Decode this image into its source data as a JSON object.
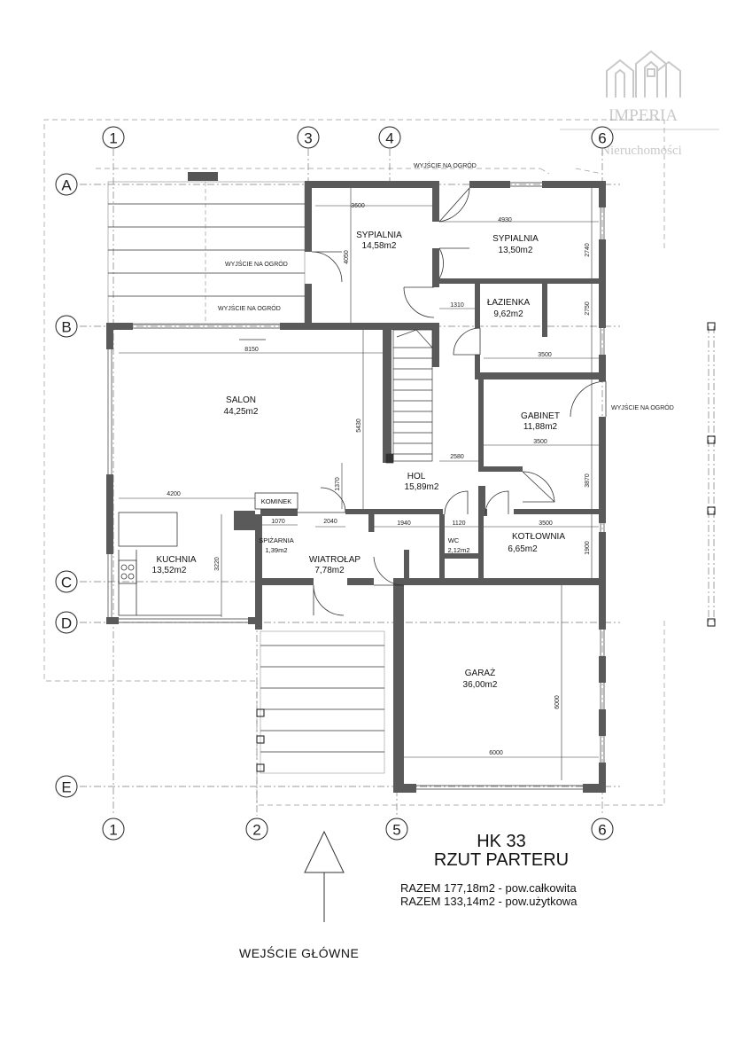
{
  "logo": {
    "name": "IMPERIA",
    "subtitle": "Nieruchomości"
  },
  "axes": {
    "columns_top": [
      "1",
      "3",
      "4",
      "6"
    ],
    "columns_bottom": [
      "1",
      "2",
      "5",
      "6"
    ],
    "rows": [
      "A",
      "B",
      "C",
      "D",
      "E"
    ]
  },
  "exits": {
    "top": "WYJŚCIE NA OGRÓD",
    "terrace_1": "WYJŚCIE NA OGRÓD",
    "terrace_2": "WYJŚCIE NA OGRÓD",
    "right": "WYJŚCIE NA OGRÓD"
  },
  "rooms": {
    "sypialnia1": {
      "name": "SYPIALNIA",
      "area": "14,58m2"
    },
    "sypialnia2": {
      "name": "SYPIALNIA",
      "area": "13,50m2"
    },
    "lazienka": {
      "name": "ŁAZIENKA",
      "area": "9,62m2"
    },
    "salon": {
      "name": "SALON",
      "area": "44,25m2"
    },
    "gabinet": {
      "name": "GABINET",
      "area": "11,88m2"
    },
    "hol": {
      "name": "HOL",
      "area": "15,89m2"
    },
    "kominek": {
      "name": "KOMINEK"
    },
    "kuchnia": {
      "name": "KUCHNIA",
      "area": "13,52m2"
    },
    "spizarnia": {
      "name": "SPIŻARNIA",
      "area": "1,39m2"
    },
    "wiatrolap": {
      "name": "WIATROŁAP",
      "area": "7,78m2"
    },
    "wc": {
      "name": "WC",
      "area": "2,12m2"
    },
    "kotlownia": {
      "name": "KOTŁOWNIA",
      "area": "6,65m2"
    },
    "garaz": {
      "name": "GARAŻ",
      "area": "36,00m2"
    }
  },
  "dimensions": {
    "d3600": "3600",
    "d4930": "4930",
    "d4050": "4050",
    "d2740": "2740",
    "d1310": "1310",
    "d2750": "2750",
    "d8150": "8150",
    "d3500a": "3500",
    "d5430": "5430",
    "d3500b": "3500",
    "d2580": "2580",
    "d3870": "3870",
    "d4200": "4200",
    "d1370": "1370",
    "d1070": "1070",
    "d2040": "2040",
    "d1940": "1940",
    "d1120": "1120",
    "d3500c": "3500",
    "d3220": "3220",
    "d1900": "1900",
    "d6000v": "6000",
    "d6000h": "6000"
  },
  "title": {
    "code": "HK 33",
    "subtitle": "RZUT PARTERU"
  },
  "totals": {
    "line1": "RAZEM 177,18m2 - pow.całkowita",
    "line2": "RAZEM 133,14m2 - pow.użytkowa"
  },
  "entrance": "WEJŚCIE GŁÓWNE"
}
